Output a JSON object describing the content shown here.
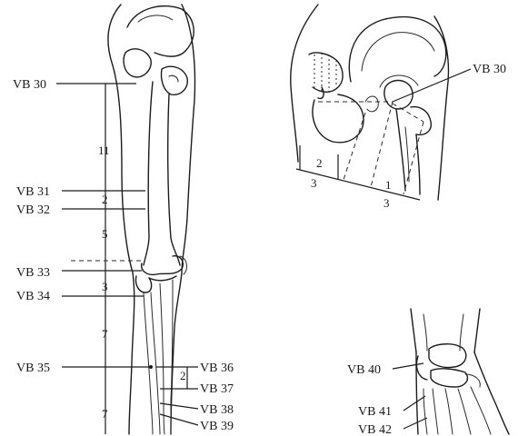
{
  "leg_labels": {
    "vb30": "VB 30",
    "vb31": "VB 31",
    "vb32": "VB 32",
    "vb33": "VB 33",
    "vb34": "VB 34",
    "vb35": "VB 35",
    "vb36": "VB 36",
    "vb37": "VB 37",
    "vb38": "VB 38",
    "vb39": "VB 39"
  },
  "leg_measures": {
    "thigh_upper": "11",
    "thigh_31_32": "2",
    "thigh_32_33": "5",
    "knee_33_34": "3",
    "shin_34_35": "7",
    "shin_35_lower": "7",
    "shin_36_37": "2"
  },
  "hip_labels": {
    "vb30": "VB 30"
  },
  "hip_measures": {
    "left_top": "2",
    "left_bottom": "3",
    "right_top": "1",
    "right_bottom": "3"
  },
  "foot_labels": {
    "vb40": "VB 40",
    "vb41": "VB 41",
    "vb42": "VB 42"
  }
}
